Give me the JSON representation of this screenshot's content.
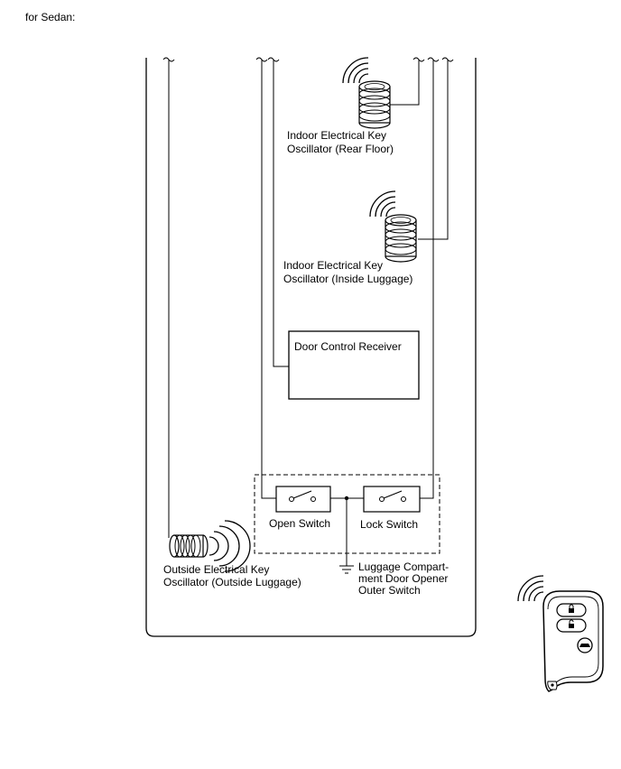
{
  "header": {
    "caption": "for Sedan:"
  },
  "components": {
    "indoor_rear": {
      "line1": "Indoor Electrical Key",
      "line2": "Oscillator (Rear Floor)",
      "icon": "oscillator-coil-icon"
    },
    "indoor_luggage": {
      "line1": "Indoor Electrical Key",
      "line2": "Oscillator (Inside Luggage)",
      "icon": "oscillator-coil-icon"
    },
    "door_receiver": {
      "label": "Door Control Receiver"
    },
    "open_switch": {
      "label": "Open Switch"
    },
    "lock_switch": {
      "label": "Lock Switch"
    },
    "outer_switch": {
      "line1": "Luggage Compart-",
      "line2": "ment Door Opener",
      "line3": "Outer Switch"
    },
    "outside_osc": {
      "line1": "Outside Electrical Key",
      "line2": "Oscillator (Outside Luggage)",
      "icon": "oscillator-coil-icon"
    },
    "smart_key": {
      "icon": "smart-key-fob-icon"
    }
  },
  "colors": {
    "line": "#000000",
    "background": "#ffffff"
  }
}
